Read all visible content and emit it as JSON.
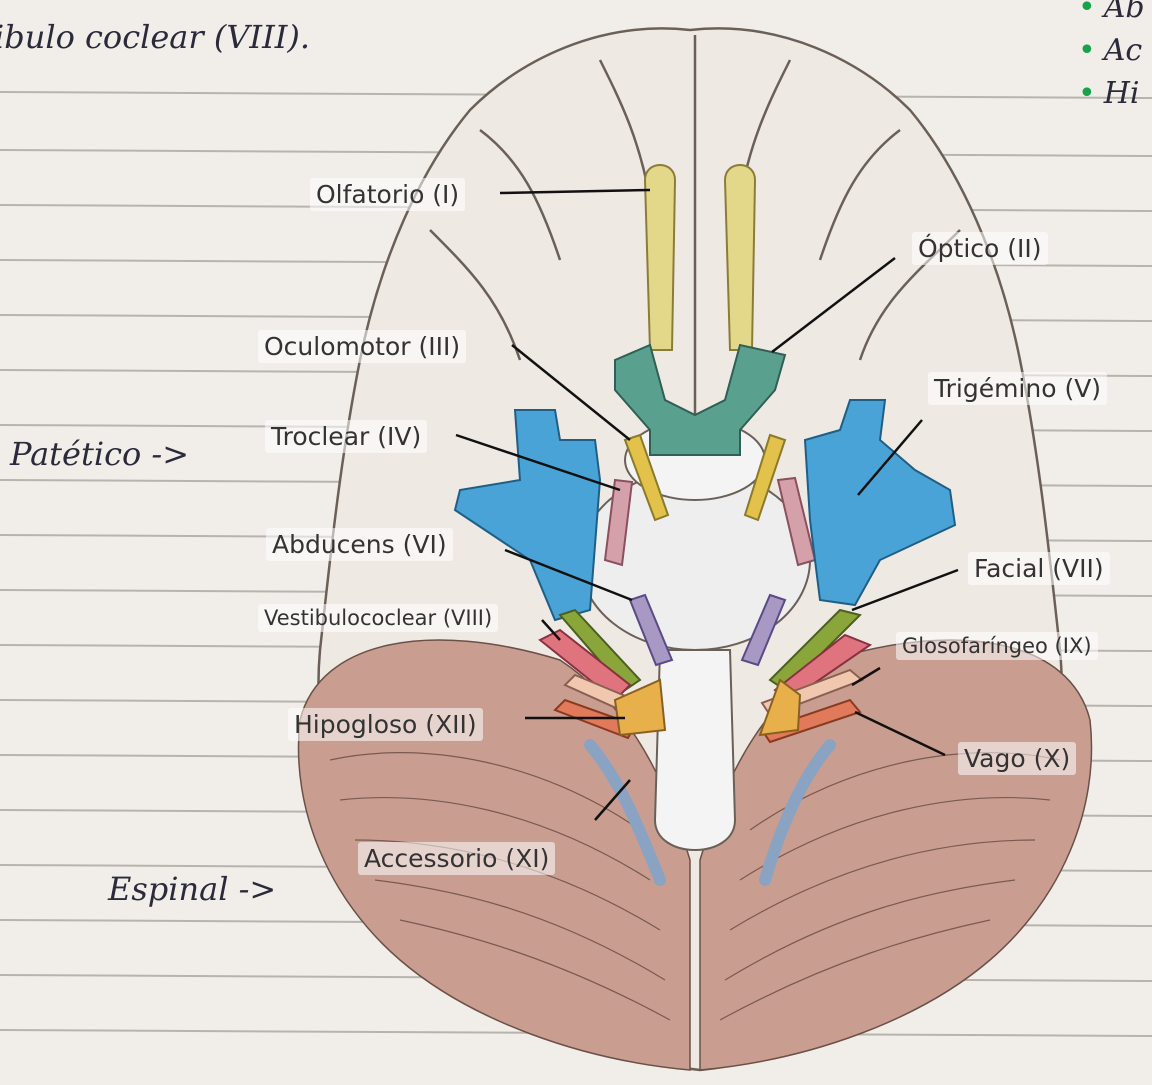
{
  "notes": {
    "top_left": "ibulo coclear (VIII).",
    "left_patetico": "Patético ->",
    "left_espinal": "Espinal ->",
    "top_right": [
      "Ab",
      "Ac",
      "Hi"
    ]
  },
  "labels": {
    "olfatorio": "Olfatorio (I)",
    "optico": "Óptico (II)",
    "oculomotor": "Oculomotor (III)",
    "trigemino": "Trigémino (V)",
    "troclear": "Troclear (IV)",
    "abducens": "Abducens (VI)",
    "facial": "Facial (VII)",
    "vestibulococlear": "Vestibulococlear (VIII)",
    "glosofaringeo": "Glosofaríngeo (IX)",
    "hipogloso": "Hipogloso (XII)",
    "vago": "Vago (X)",
    "accessorio": "Accessorio (XI)"
  },
  "colors": {
    "paper": "#f1eee9",
    "ruled_line": "#b7b3ad",
    "olfactory": "#e3d88a",
    "optic": "#5aa08f",
    "oculomotor": "#e2c24a",
    "trochlear": "#d4a0aa",
    "trigeminal": "#4aa3d6",
    "abducens": "#a799c4",
    "facial": "#8aa63a",
    "vestibulocochlear": "#e0747e",
    "glossopharyngeal": "#f0c8b0",
    "vagus": "#e07a5a",
    "accessory": "#8aa3c2",
    "hypoglossal": "#e8b04a",
    "cerebellum": "#c79a8a",
    "brainstem": "#eeeeee",
    "ink_green": "#17a34a"
  }
}
